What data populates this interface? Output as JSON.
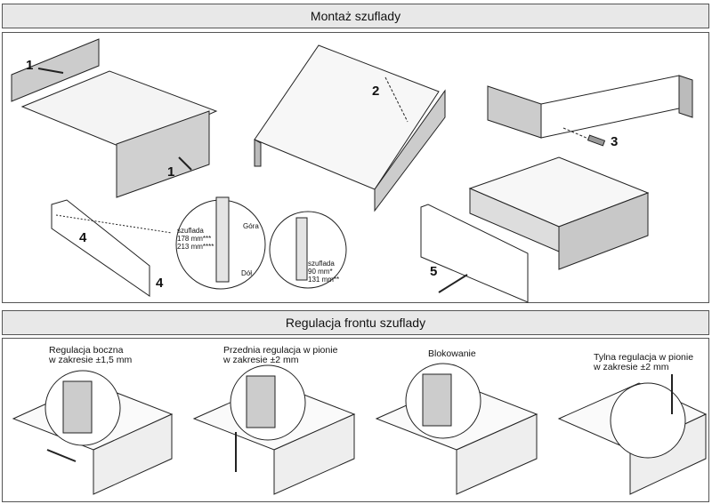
{
  "sections": {
    "assembly_title": "Montaż szuflady",
    "adjustment_title": "Regulacja frontu szuflady"
  },
  "steps": {
    "s1a": "1",
    "s1b": "1",
    "s2": "2",
    "s3": "3",
    "s4a": "4",
    "s4b": "4",
    "s5": "5"
  },
  "callouts": {
    "drawer_left": [
      "szuflada",
      "178 mm***",
      "213 mm****"
    ],
    "gora": "Góra",
    "dol": "Dół",
    "drawer_right": [
      "szuflada",
      "90 mm*",
      "131 mm**"
    ]
  },
  "adjustments": [
    {
      "line1": "Regulacja boczna",
      "line2": "w zakresie ±1,5 mm"
    },
    {
      "line1": "Przednia regulacja w pionie",
      "line2": "w zakresie ±2 mm"
    },
    {
      "line1": "Blokowanie",
      "line2": ""
    },
    {
      "line1": "Tylna regulacja w pionie",
      "line2": "w zakresie ±2 mm"
    }
  ]
}
